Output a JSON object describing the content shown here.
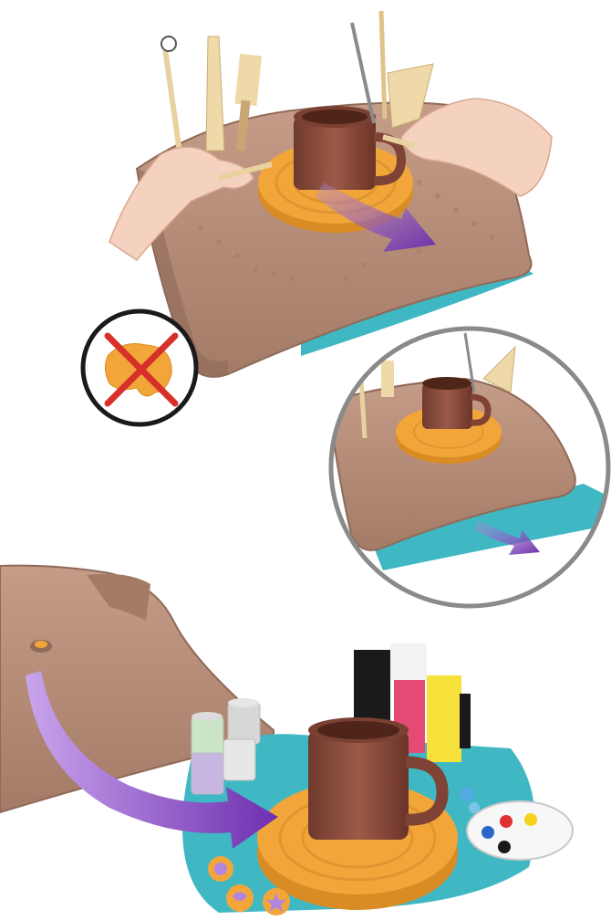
{
  "scene": {
    "panels": [
      {
        "name": "trim-clay-with-tool"
      },
      {
        "name": "no-leftover-clay-warning"
      },
      {
        "name": "remove-water-tray-detail"
      },
      {
        "name": "paint-and-decorate-cup"
      }
    ],
    "icons": [
      "red-x-icon",
      "purple-arrow-icon",
      "clay-lump-icon"
    ],
    "colors": {
      "clay_base": "#b58c78",
      "clay_shadow": "#8f6a59",
      "wheel_orange": "#f2a63a",
      "cup_brown": "#8b4c3d",
      "tray_teal": "#3fb8c4",
      "arrow_purple": "#7a3db8",
      "warning_red": "#d7302a",
      "skin": "#f5d2bf"
    },
    "paint_colors": [
      "#1a1a1a",
      "#e64b78",
      "#f6e23b",
      "#ffffff"
    ],
    "palette_dots": [
      "#e03030",
      "#f6d31c",
      "#2a67c9",
      "#1a1a1a"
    ]
  }
}
